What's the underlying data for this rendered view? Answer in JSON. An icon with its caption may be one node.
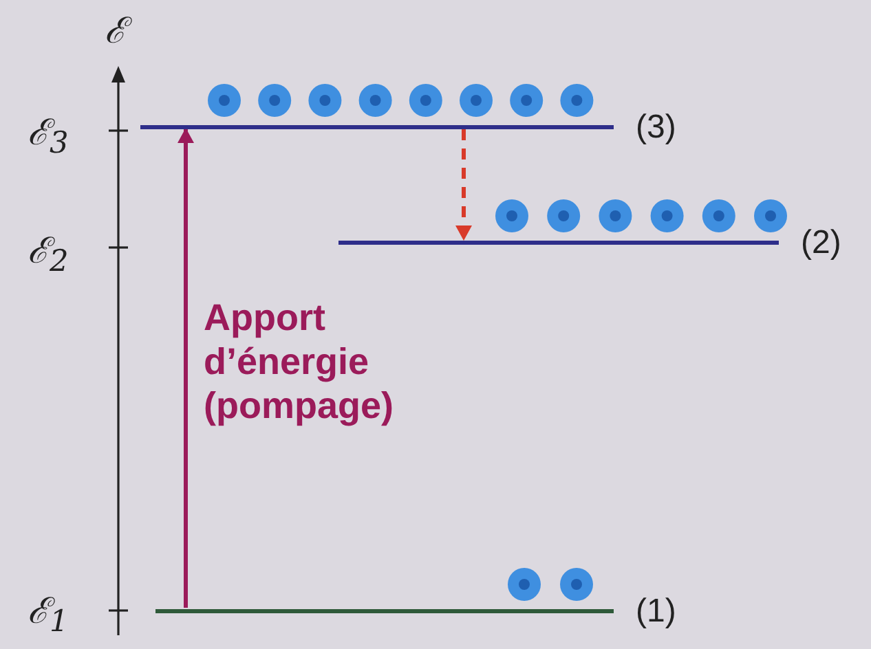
{
  "diagram": {
    "nodes": [
      {
        "text": [],
        "shape": "bar",
        "beside": [
          "(3)"
        ]
      },
      {
        "text": [],
        "shape": "bar",
        "beside": [
          "(2)"
        ]
      },
      {
        "text": [],
        "shape": "bar",
        "beside": [
          "(1)"
        ]
      }
    ],
    "edges": [
      {
        "from": 2,
        "to": 0,
        "arrow": "to",
        "label": "Apport d’énergie (pompage)",
        "color": "#9b1b5a"
      },
      {
        "from": 0,
        "to": 1,
        "arrow": "to",
        "style": "dashed",
        "color": "#d83a2a"
      }
    ],
    "labels": [
      "ℰ",
      "ℰ$_{3}$",
      "ℰ$_{2}$",
      "ℰ$_{1}$"
    ]
  }
}
